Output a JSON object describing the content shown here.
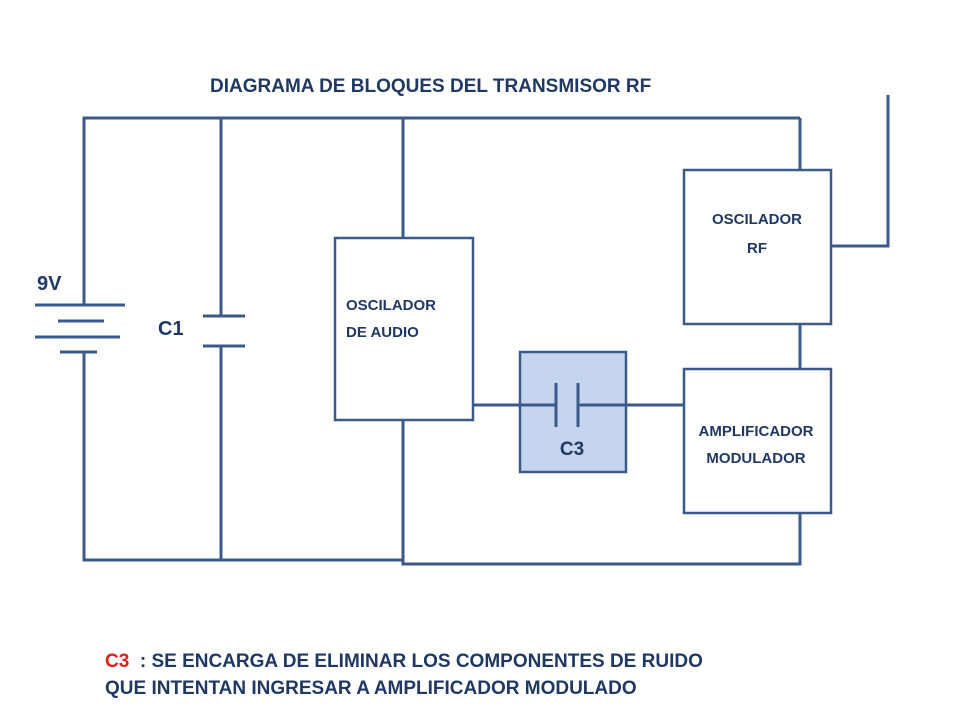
{
  "diagram": {
    "title": "DIAGRAMA DE BLOQUES DEL TRANSMISOR RF",
    "battery_label": "9V",
    "c1_label": "C1",
    "c3_label": "C3",
    "audio_osc": {
      "line1": "OSCILADOR",
      "line2": "DE AUDIO"
    },
    "rf_osc": {
      "line1": "OSCILADOR",
      "line2": "RF"
    },
    "amp": {
      "line1": "AMPLIFICADOR",
      "line2": "MODULADOR"
    }
  },
  "note": {
    "ref": "C3",
    "line1_text": "  : SE ENCARGA DE ELIMINAR LOS COMPONENTES DE RUIDO",
    "line2": "QUE INTENTAN INGRESAR A AMPLIFICADOR MODULADO"
  },
  "colors": {
    "wire": "#3b5a8a",
    "text": "#1f3864",
    "c3_fill": "#c5d5ee",
    "note_ref": "#e0201a"
  }
}
